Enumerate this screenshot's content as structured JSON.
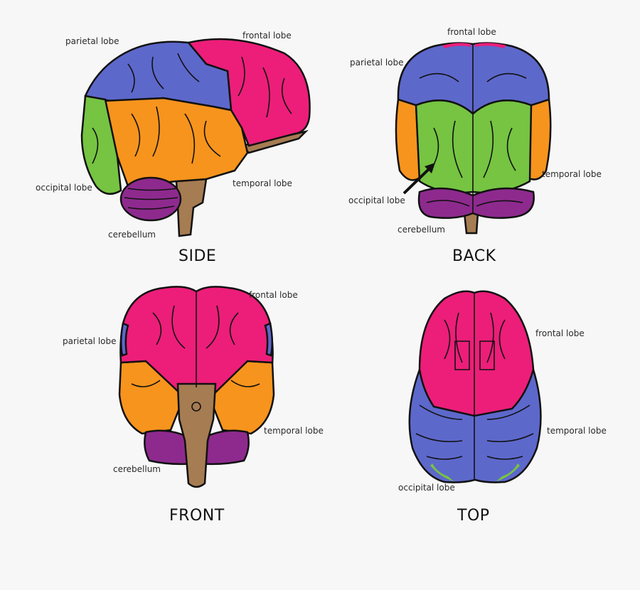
{
  "colors": {
    "frontal": "#ec1e79",
    "parietal": "#5d68cb",
    "temporal": "#f7941d",
    "occipital": "#76c442",
    "cerebellum": "#8e2a8e",
    "brainstem": "#a67c52",
    "outline": "#111111",
    "background": "#f7f7f7"
  },
  "views": {
    "side": {
      "title": "SIDE",
      "labels": {
        "parietal": "parietal lobe",
        "frontal": "frontal lobe",
        "occipital": "occipital lobe",
        "temporal": "temporal lobe",
        "cerebellum": "cerebellum"
      }
    },
    "back": {
      "title": "BACK",
      "labels": {
        "frontal": "frontal lobe",
        "parietal": "parietal lobe",
        "temporal": "temporal lobe",
        "occipital": "occipital lobe",
        "cerebellum": "cerebellum"
      }
    },
    "front": {
      "title": "FRONT",
      "labels": {
        "frontal": "frontal lobe",
        "parietal": "parietal lobe",
        "temporal": "temporal lobe",
        "cerebellum": "cerebellum"
      }
    },
    "top": {
      "title": "TOP",
      "labels": {
        "frontal": "frontal lobe",
        "temporal": "temporal lobe",
        "occipital": "occipital lobe"
      }
    }
  }
}
